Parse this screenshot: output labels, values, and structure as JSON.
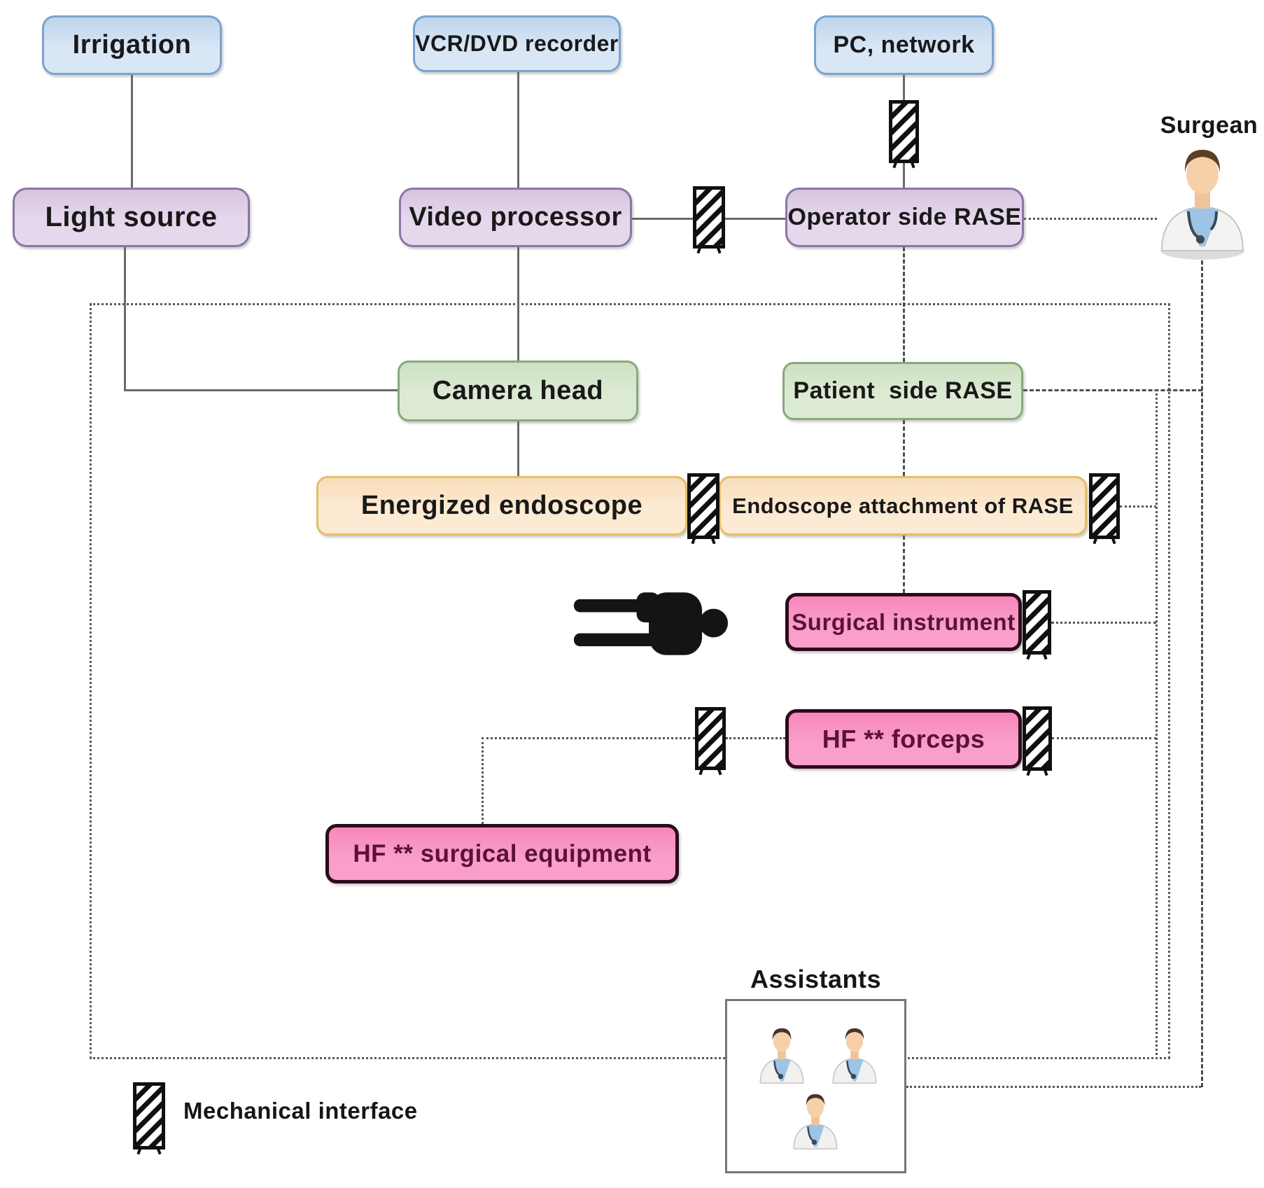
{
  "boxes": {
    "irrigation": {
      "label": "Irrigation"
    },
    "vcr_dvd_recorder": {
      "label": "VCR/DVD recorder"
    },
    "pc_network": {
      "label": "PC, network"
    },
    "light_source": {
      "label": "Light source"
    },
    "video_processor": {
      "label": "Video processor"
    },
    "operator_side_rase": {
      "label": "Operator side RASE"
    },
    "camera_head": {
      "label": "Camera head"
    },
    "patient_side_rase": {
      "label": "Patient  side RASE"
    },
    "energized_endoscope": {
      "label": "Energized endoscope"
    },
    "endoscope_attachment": {
      "label": "Endoscope attachment of RASE"
    },
    "surgical_instrument": {
      "label": "Surgical instrument"
    },
    "hf_forceps": {
      "label": "HF ** forceps"
    },
    "hf_surgical_equipment": {
      "label": "HF ** surgical equipment"
    }
  },
  "figures": {
    "surgeon_label": "Surgean",
    "assistants_label": "Assistants"
  },
  "legend": {
    "label": "Mechanical interface"
  },
  "icons": {
    "mechanical_interface": "hatched-rectangle-icon",
    "surgeon": "surgeon-avatar-icon",
    "assistant": "assistant-avatar-icon",
    "patient": "patient-lying-icon"
  },
  "colors": {
    "blue_fill": "#d8e6f6",
    "blue_border": "#7ba3cf",
    "purple_fill": "#e6d8ec",
    "purple_border": "#8a76a3",
    "green_fill": "#dcead3",
    "green_border": "#87a97a",
    "orange_fill": "#fcead2",
    "orange_border": "#e6bd66",
    "pink_fill": "#f791bf",
    "pink_border": "#2d0a1d",
    "pink_text": "#5c1236",
    "solid_line": "#6a6a6a",
    "dashed_line": "#4d4d4d"
  }
}
